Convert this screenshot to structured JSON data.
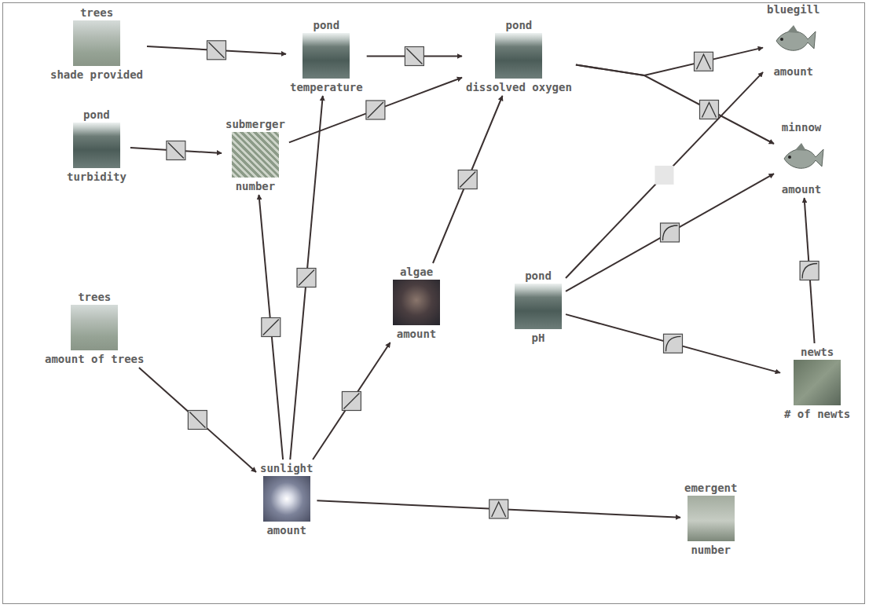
{
  "diagram": {
    "nodes": [
      {
        "text": [
          "trees",
          "shade provided"
        ]
      },
      {
        "text": [
          "pond",
          "temperature"
        ]
      },
      {
        "text": [
          "pond",
          "dissolved oxygen"
        ]
      },
      {
        "text": [
          "bluegill",
          "amount"
        ]
      },
      {
        "text": [
          "pond",
          "turbidity"
        ]
      },
      {
        "text": [
          "submerger",
          "number"
        ]
      },
      {
        "text": [
          "minnow",
          "amount"
        ]
      },
      {
        "text": [
          "algae",
          "amount"
        ]
      },
      {
        "text": [
          "pond",
          "pH"
        ]
      },
      {
        "text": [
          "trees",
          "amount of trees"
        ]
      },
      {
        "text": [
          "newts",
          "# of newts"
        ]
      },
      {
        "text": [
          "sunlight",
          "amount"
        ]
      },
      {
        "text": [
          "emergent",
          "number"
        ]
      }
    ],
    "edges": [
      {
        "from": 0,
        "to": 1,
        "arrow": "to"
      },
      {
        "from": 1,
        "to": 2,
        "arrow": "to"
      },
      {
        "from": 4,
        "to": 5,
        "arrow": "to"
      },
      {
        "from": 5,
        "to": 2,
        "arrow": "to"
      },
      {
        "from": 11,
        "to": 5,
        "arrow": "to"
      },
      {
        "from": 11,
        "to": 1,
        "arrow": "to"
      },
      {
        "from": 11,
        "to": 7,
        "arrow": "to"
      },
      {
        "from": 7,
        "to": 2,
        "arrow": "to"
      },
      {
        "from": 9,
        "to": 11,
        "arrow": "to"
      },
      {
        "from": 11,
        "to": 12,
        "arrow": "to"
      },
      {
        "from": 2,
        "to": 3,
        "arrow": "to"
      },
      {
        "from": 2,
        "to": 6,
        "arrow": "to"
      },
      {
        "from": 8,
        "to": 3,
        "arrow": "to"
      },
      {
        "from": 8,
        "to": 6,
        "arrow": "to"
      },
      {
        "from": 8,
        "to": 10,
        "arrow": "to"
      },
      {
        "from": 10,
        "to": 6,
        "arrow": "to"
      }
    ]
  }
}
